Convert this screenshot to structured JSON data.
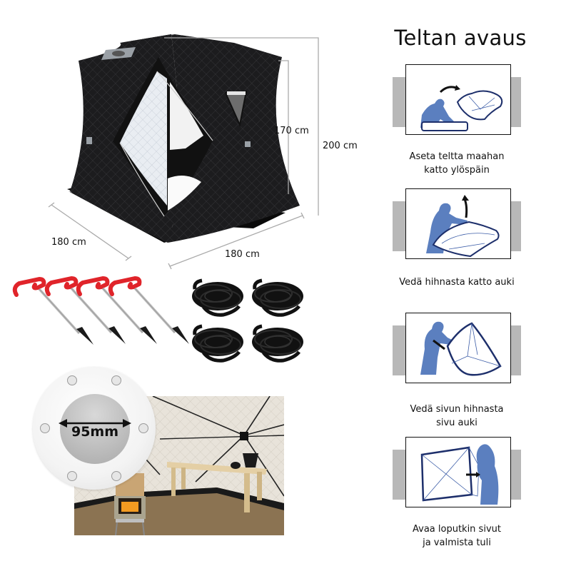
{
  "right_panel": {
    "title": "Teltan avaus",
    "steps": [
      {
        "caption_line1": "Aseta teltta maahan",
        "caption_line2": "katto ylöspäin",
        "illustration": "person-unrolling-tent"
      },
      {
        "caption_line1": "Vedä hihnasta katto auki",
        "caption_line2": "",
        "illustration": "person-pulling-roof-strap"
      },
      {
        "caption_line1": "Vedä sivun hihnasta",
        "caption_line2": "sivu auki",
        "illustration": "person-pulling-side-strap"
      },
      {
        "caption_line1": "Avaa loputkin sivut",
        "caption_line2": "ja valmista tuli",
        "illustration": "person-opening-remaining-sides"
      }
    ],
    "colors": {
      "illustration_blue": "#5b7fbf",
      "tent_outline": "#1d2f6b",
      "grey_backdrop": "#b8b8b8"
    }
  },
  "tent_dimensions": {
    "inner_height": "170 cm",
    "total_height": "200 cm",
    "width_left": "180 cm",
    "width_right": "180 cm"
  },
  "accessories": {
    "stakes_count": 4,
    "ropes_count": 4,
    "stake_handle_color": "#e0242a"
  },
  "vent": {
    "diameter_label": "95mm"
  }
}
